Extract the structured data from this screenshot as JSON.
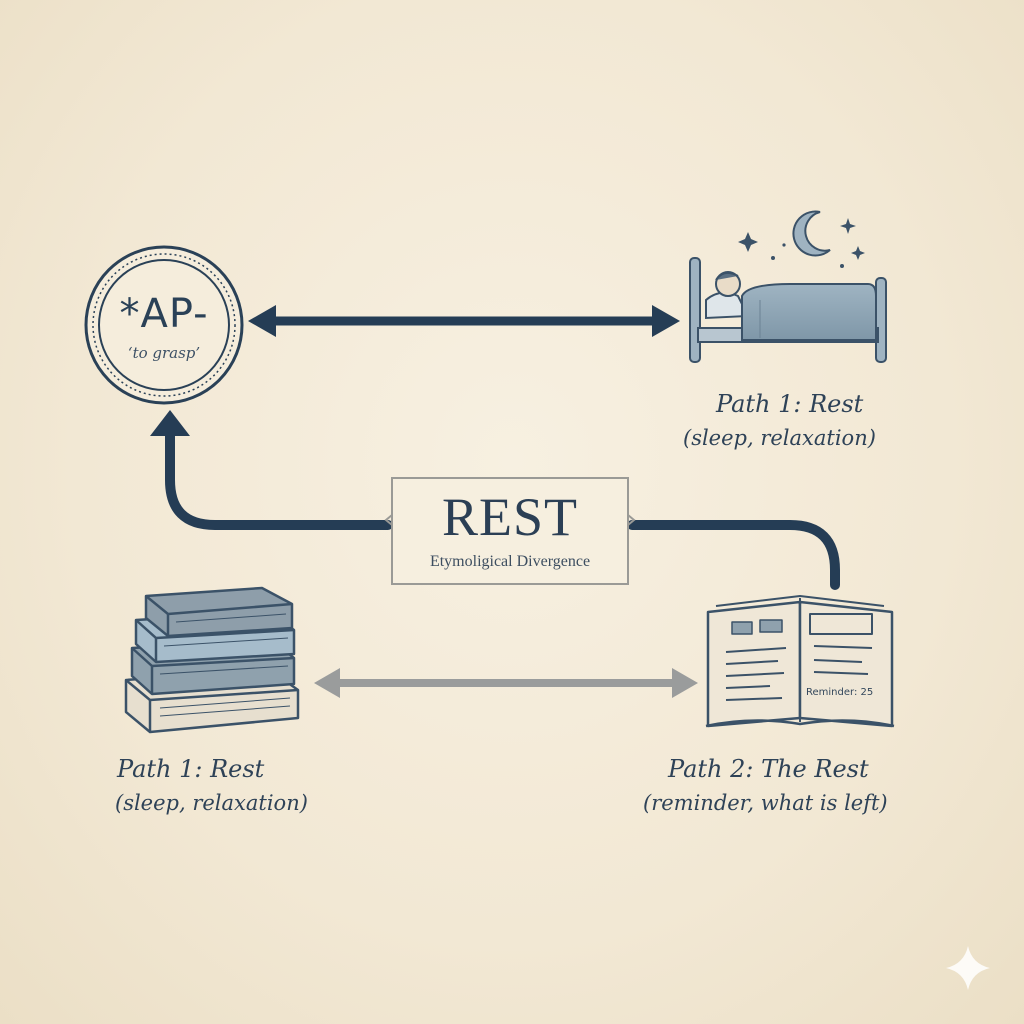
{
  "root": {
    "term": "*AP-",
    "gloss": "‘to grasp’"
  },
  "center": {
    "title": "REST",
    "subtitle": "Etymoligical Divergence"
  },
  "captions": {
    "top_right": {
      "title": "Path 1: Rest",
      "subtitle": "(sleep, relaxation)"
    },
    "bottom_left": {
      "title": "Path 1: Rest",
      "subtitle": "(sleep, relaxation)"
    },
    "bottom_right": {
      "title": "Path 2: The Rest",
      "subtitle": "(reminder, what is left)"
    }
  },
  "book_note": "Reminder: 25",
  "icons": [
    "sleeping-person-bed-icon",
    "moon-icon",
    "sparkle-icon",
    "book-stack-icon",
    "open-book-icon"
  ],
  "colors": {
    "background": "#f3ead8",
    "ink": "#243b52",
    "arrow_dark": "#253d55",
    "arrow_light": "#9a9c9c",
    "blue_gray": "#8ea5b5"
  }
}
